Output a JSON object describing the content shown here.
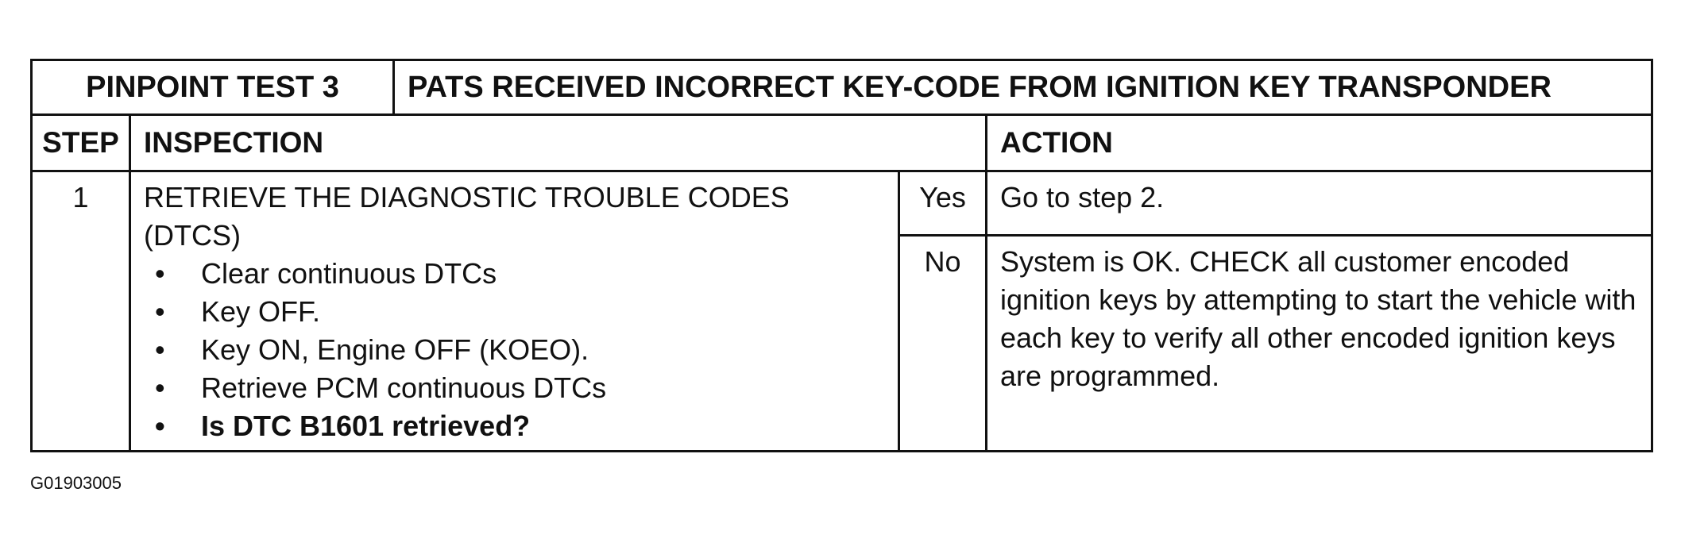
{
  "header": {
    "test_label": "PINPOINT TEST 3",
    "title": "PATS RECEIVED INCORRECT KEY-CODE FROM IGNITION KEY TRANSPONDER"
  },
  "columns": {
    "step": "STEP",
    "inspection": "INSPECTION",
    "action": "ACTION"
  },
  "steps": [
    {
      "number": "1",
      "inspection_title": "RETRIEVE THE DIAGNOSTIC TROUBLE CODES (DTCS)",
      "bullets": [
        "Clear continuous DTCs",
        "Key OFF.",
        "Key ON, Engine OFF (KOEO).",
        "Retrieve PCM continuous DTCs",
        "Is DTC B1601 retrieved?"
      ],
      "outcomes": [
        {
          "answer": "Yes",
          "action": "Go to step 2."
        },
        {
          "answer": "No",
          "action": "System is OK. CHECK all customer encoded ignition keys by attempting to start the vehicle with each key to verify all other encoded ignition keys are programmed."
        }
      ]
    }
  ],
  "figure_id": "G01903005",
  "bullet_symbol": "•"
}
